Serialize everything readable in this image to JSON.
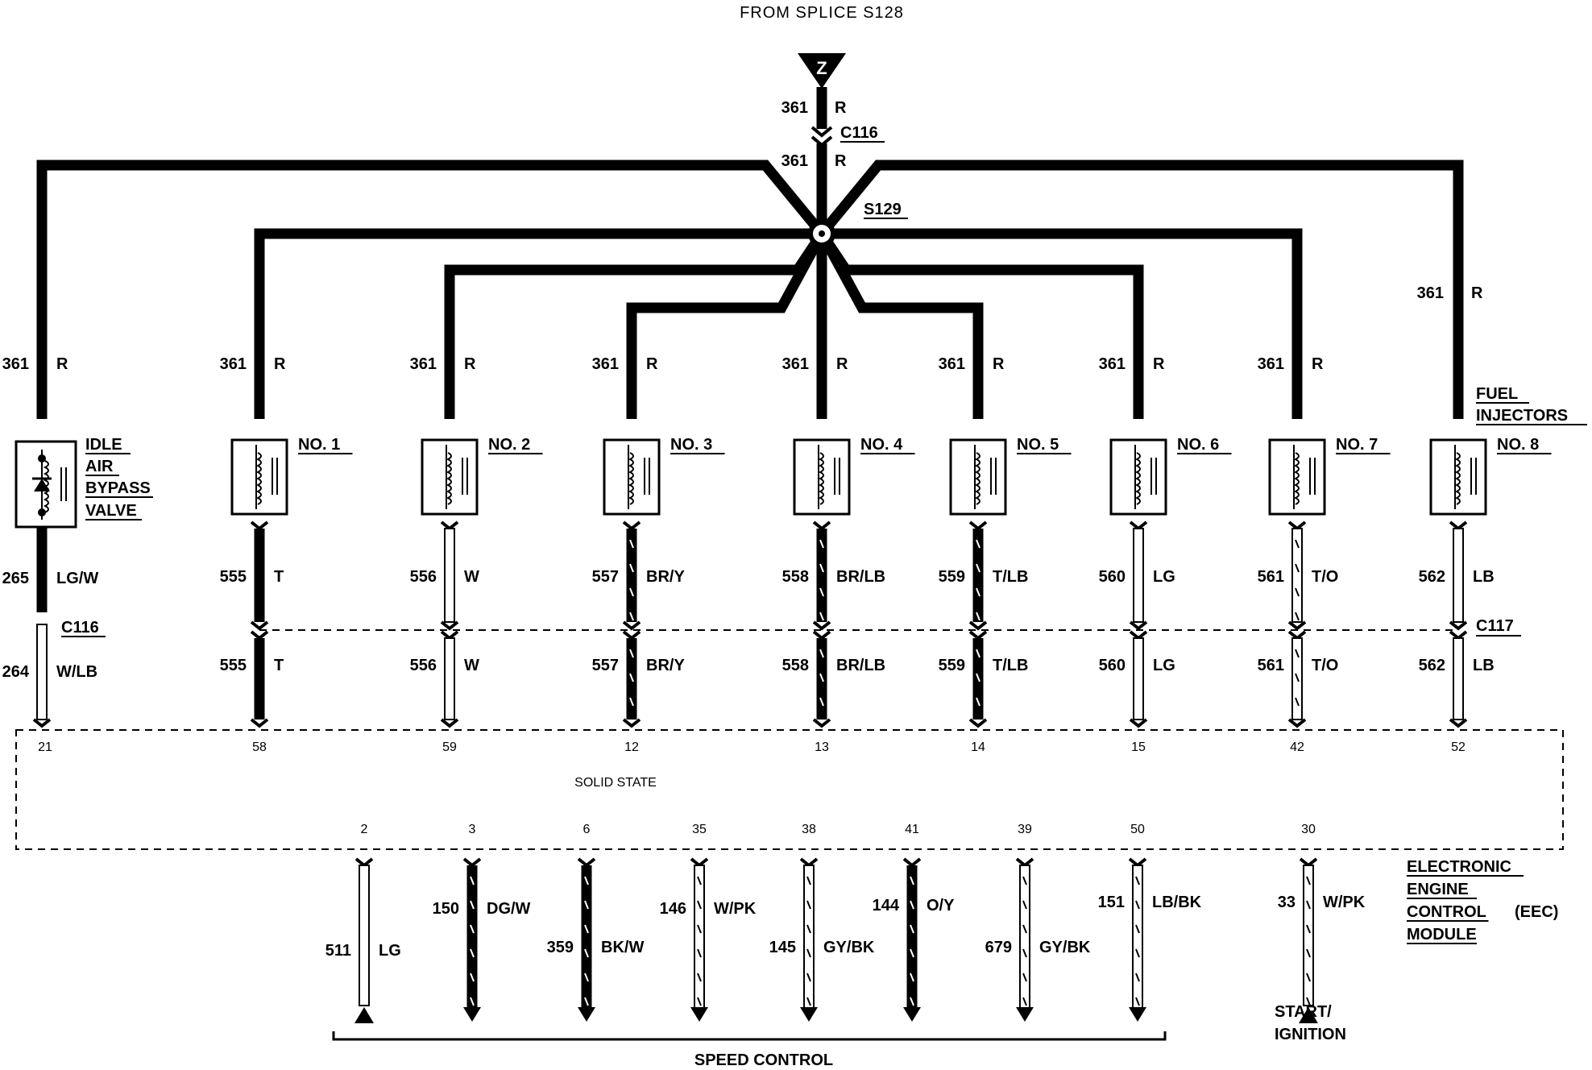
{
  "header": {
    "from_splice": "FROM SPLICE S128"
  },
  "source": {
    "label": "Z",
    "wire": "361",
    "color": "R",
    "connector": "C116",
    "splice": "S129"
  },
  "idle_air": {
    "lines": [
      "IDLE",
      "AIR",
      "BYPASS",
      "VALVE"
    ],
    "top_wire": "361",
    "top_color": "R",
    "mid_wire": "265",
    "mid_color": "LG/W",
    "connector": "C116",
    "low_wire": "264",
    "low_color": "W/LB",
    "pin": "21"
  },
  "injectors_label": [
    "FUEL",
    "INJECTORS"
  ],
  "connector_c117": "C117",
  "right_feed": {
    "wire": "361",
    "color": "R"
  },
  "injectors": [
    {
      "name": "NO. 1",
      "top_wire": "361",
      "top_color": "R",
      "wire": "555",
      "color": "T",
      "pin": "58",
      "style": "dark"
    },
    {
      "name": "NO. 2",
      "top_wire": "361",
      "top_color": "R",
      "wire": "556",
      "color": "W",
      "pin": "59",
      "style": "light"
    },
    {
      "name": "NO. 3",
      "top_wire": "361",
      "top_color": "R",
      "wire": "557",
      "color": "BR/Y",
      "pin": "12",
      "style": "hatched-dark"
    },
    {
      "name": "NO. 4",
      "top_wire": "361",
      "top_color": "R",
      "wire": "558",
      "color": "BR/LB",
      "pin": "13",
      "style": "hatched-dark"
    },
    {
      "name": "NO. 5",
      "top_wire": "361",
      "top_color": "R",
      "wire": "559",
      "color": "T/LB",
      "pin": "14",
      "style": "hatched-dark"
    },
    {
      "name": "NO. 6",
      "top_wire": "361",
      "top_color": "R",
      "wire": "560",
      "color": "LG",
      "pin": "15",
      "style": "light"
    },
    {
      "name": "NO. 7",
      "top_wire": "361",
      "top_color": "R",
      "wire": "561",
      "color": "T/O",
      "pin": "42",
      "style": "hatched-light"
    },
    {
      "name": "NO. 8",
      "top_wire": "",
      "top_color": "",
      "wire": "562",
      "color": "LB",
      "pin": "52",
      "style": "light"
    }
  ],
  "module": {
    "solid_state": "SOLID STATE",
    "lines": [
      "ELECTRONIC",
      "ENGINE",
      "CONTROL",
      "(EEC)",
      "MODULE"
    ]
  },
  "outputs": [
    {
      "pin": "2",
      "wire": "511",
      "color": "LG",
      "style": "light",
      "end": "up"
    },
    {
      "pin": "3",
      "wire": "150",
      "color": "DG/W",
      "style": "hatched-dark",
      "end": "down"
    },
    {
      "pin": "6",
      "wire": "359",
      "color": "BK/W",
      "style": "hatched-dark",
      "end": "down"
    },
    {
      "pin": "35",
      "wire": "146",
      "color": "W/PK",
      "style": "hatched-light",
      "end": "down"
    },
    {
      "pin": "38",
      "wire": "145",
      "color": "GY/BK",
      "style": "hatched-light",
      "end": "down"
    },
    {
      "pin": "41",
      "wire": "144",
      "color": "O/Y",
      "style": "hatched-dark",
      "end": "down"
    },
    {
      "pin": "39",
      "wire": "679",
      "color": "GY/BK",
      "style": "hatched-light",
      "end": "down"
    },
    {
      "pin": "50",
      "wire": "151",
      "color": "LB/BK",
      "style": "hatched-light",
      "end": "down"
    },
    {
      "pin": "30",
      "wire": "33",
      "color": "W/PK",
      "style": "hatched-light",
      "end": "up"
    }
  ],
  "speed_control": "SPEED CONTROL",
  "start_ignition": [
    "START/",
    "IGNITION"
  ]
}
